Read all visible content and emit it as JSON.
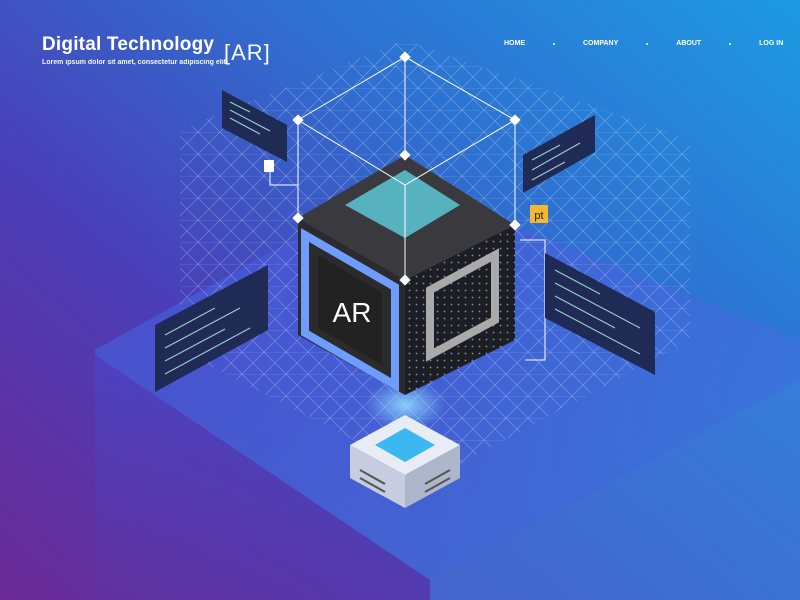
{
  "brand": {
    "title": "Digital Technology",
    "badge": "[AR]",
    "tagline": "Lorem ipsum dolor sit amet, consectetur adipiscing elit"
  },
  "nav": [
    {
      "label": "HOME"
    },
    {
      "label": "COMPANY"
    },
    {
      "label": "ABOUT"
    },
    {
      "label": "LOG IN"
    }
  ],
  "illustration": {
    "cube_label": "AR",
    "tag_label": "pt"
  },
  "colors": {
    "accent": "#1d9ae2",
    "purple": "#6a2a95",
    "cube": "#2b2b2e",
    "cube_frame": "#6f9cff",
    "tag": "#f5b731"
  }
}
